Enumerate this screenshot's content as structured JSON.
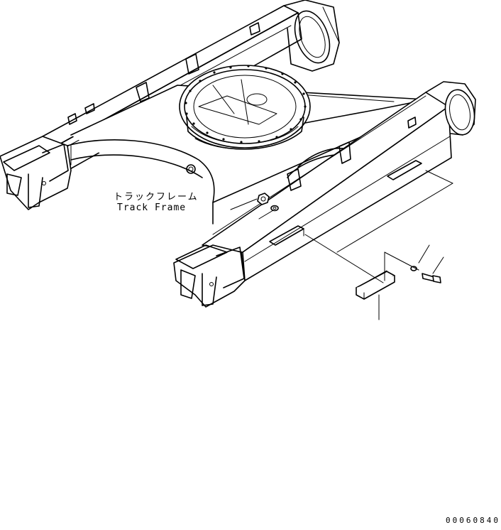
{
  "labels": {
    "track_frame_jp": "トラックフレーム",
    "track_frame_en": "Track Frame",
    "drawing_number": "00060840"
  },
  "colors": {
    "ink": "#000000",
    "paper": "#ffffff"
  }
}
